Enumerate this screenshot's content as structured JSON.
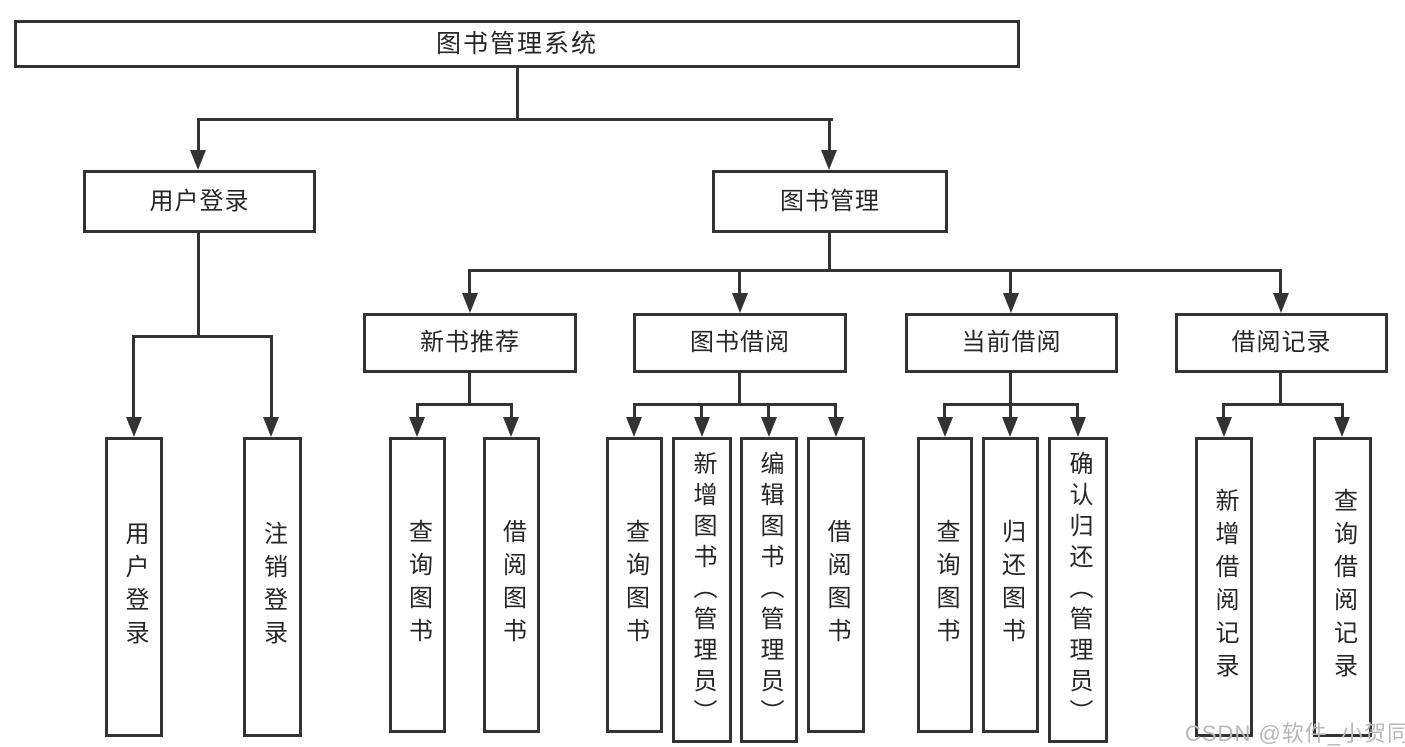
{
  "colors": {
    "line": "#333333",
    "text": "#262626",
    "box_bg": "#ffffff",
    "watermark": "#b8b8b8",
    "background": "#ffffff"
  },
  "diagram": {
    "root": {
      "label": "图书管理系统"
    },
    "level2": [
      {
        "label": "用户登录"
      },
      {
        "label": "图书管理"
      }
    ],
    "level3": [
      {
        "label": "新书推荐"
      },
      {
        "label": "图书借阅"
      },
      {
        "label": "当前借阅"
      },
      {
        "label": "借阅记录"
      }
    ],
    "leaves": {
      "user_login": [
        {
          "label": "用户登录"
        },
        {
          "label": "注销登录"
        }
      ],
      "new_book_recommend": [
        {
          "label": "查询图书"
        },
        {
          "label": "借阅图书"
        }
      ],
      "book_borrow": [
        {
          "label": "查询图书"
        },
        {
          "label": "新增图书（管理员）"
        },
        {
          "label": "编辑图书（管理员）"
        },
        {
          "label": "借阅图书"
        }
      ],
      "current_borrow": [
        {
          "label": "查询图书"
        },
        {
          "label": "归还图书"
        },
        {
          "label": "确认归还（管理员）"
        }
      ],
      "borrow_records": [
        {
          "label": "新增借阅记录"
        },
        {
          "label": "查询借阅记录"
        }
      ]
    }
  },
  "watermark": {
    "text": "CSDN @软件_小贺同学"
  }
}
